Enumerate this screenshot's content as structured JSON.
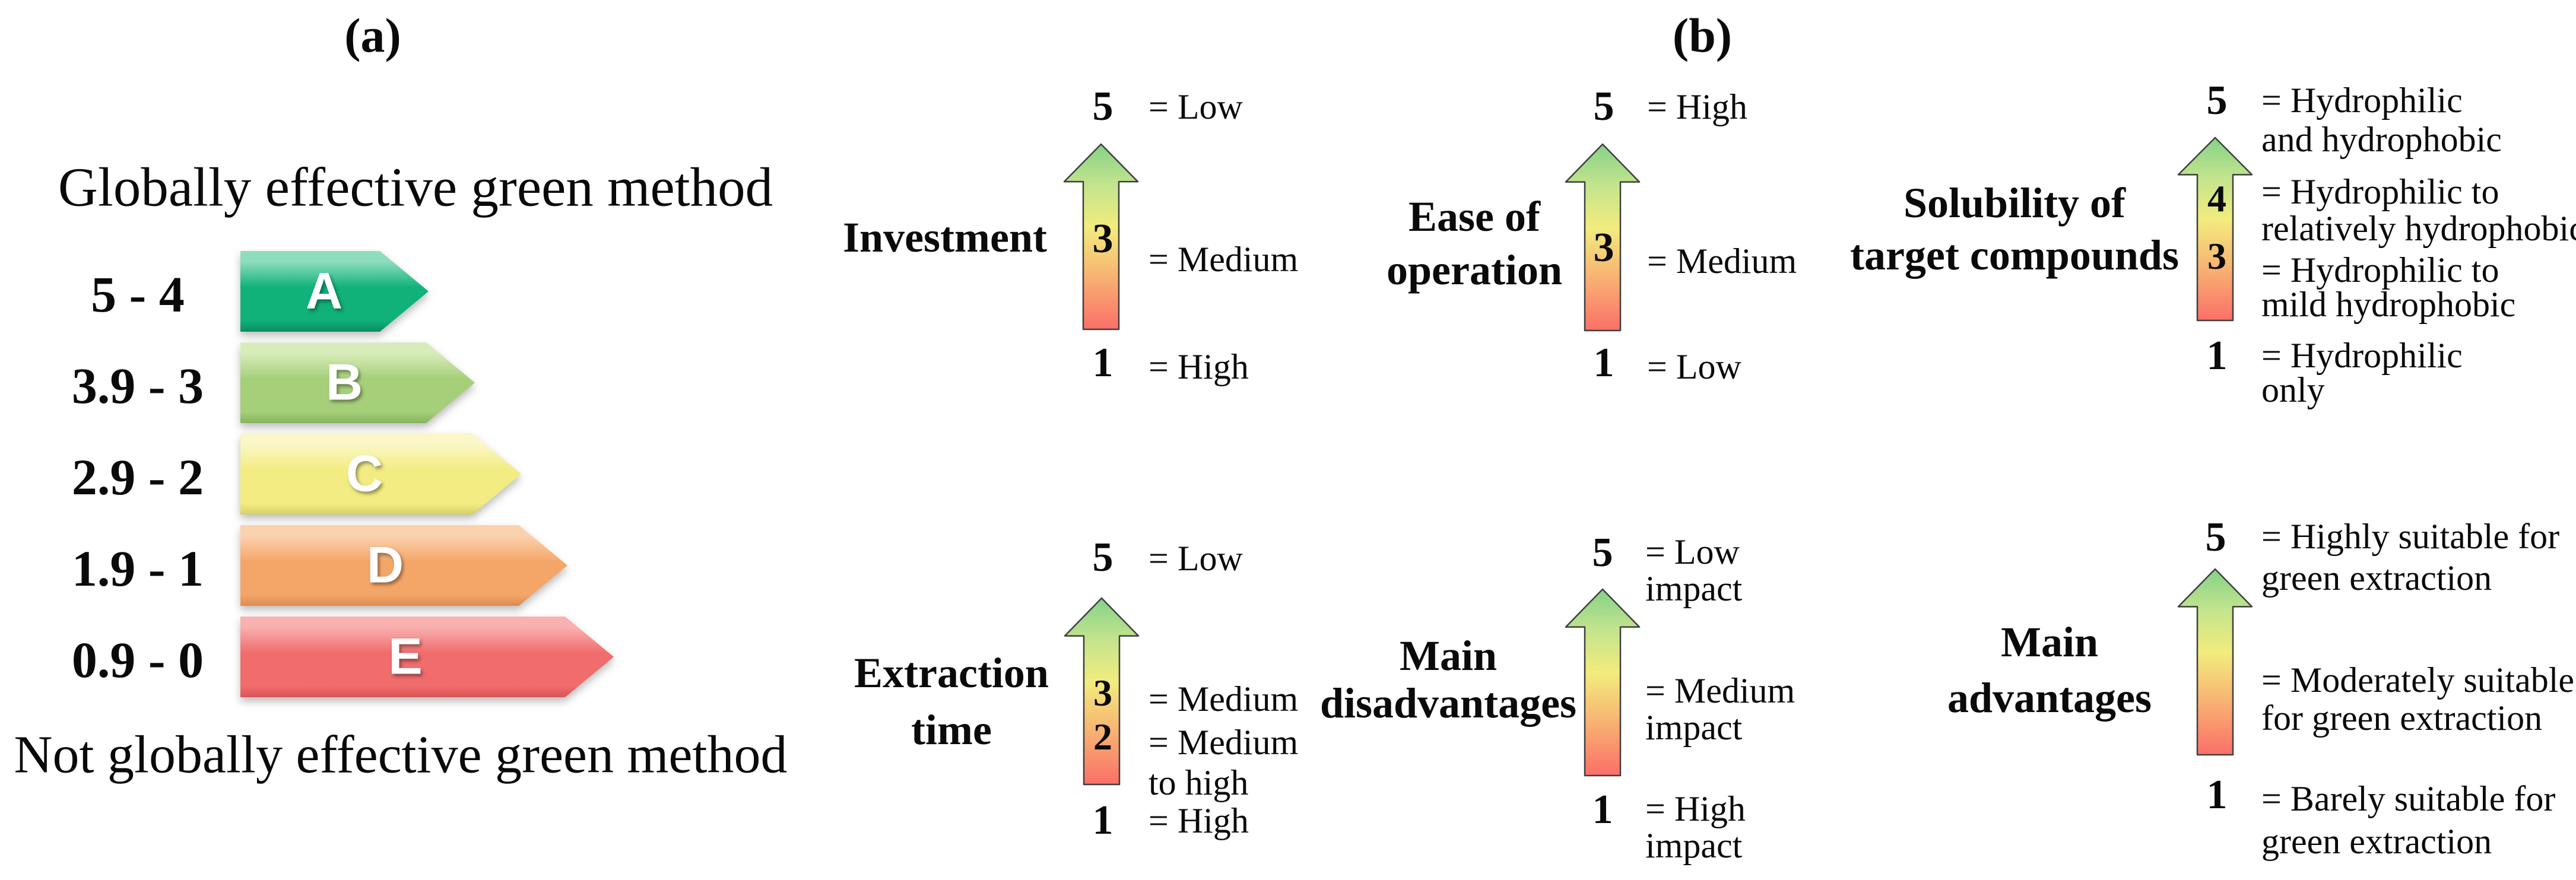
{
  "panel_a": {
    "tag": "(a)",
    "title": "Globally effective green method",
    "footer": "Not globally effective green method",
    "grades": [
      {
        "range": "5 - 4",
        "letter": "A",
        "colors": {
          "light": "#8FDDBE",
          "base": "#10B27A",
          "dark": "#0B8C60"
        }
      },
      {
        "range": "3.9 - 3",
        "letter": "B",
        "colors": {
          "light": "#D8ECBA",
          "base": "#A6CF7A",
          "dark": "#86B55E"
        }
      },
      {
        "range": "2.9 - 2",
        "letter": "C",
        "colors": {
          "light": "#FBF7C6",
          "base": "#F3EC82",
          "dark": "#D8CE64"
        }
      },
      {
        "range": "1.9 - 1",
        "letter": "D",
        "colors": {
          "light": "#FBD2AE",
          "base": "#F4A669",
          "dark": "#DE8B4F"
        }
      },
      {
        "range": "0.9 - 0",
        "letter": "E",
        "colors": {
          "light": "#F9B0B0",
          "base": "#F06C6D",
          "dark": "#D95456"
        }
      }
    ]
  },
  "panel_b": {
    "tag": "(b)",
    "modules": [
      {
        "name": "Investment",
        "label_lines": [
          "Investment"
        ],
        "top": {
          "number": "5",
          "lines": [
            "= Low"
          ]
        },
        "mids": [
          {
            "number": "3",
            "lines": [
              "= Medium"
            ]
          }
        ],
        "bottom": {
          "number": "1",
          "lines": [
            "= High"
          ]
        }
      },
      {
        "name": "Ease of operation",
        "label_lines": [
          "Ease of",
          "operation"
        ],
        "top": {
          "number": "5",
          "lines": [
            "= High"
          ]
        },
        "mids": [
          {
            "number": "3",
            "lines": [
              "= Medium"
            ]
          }
        ],
        "bottom": {
          "number": "1",
          "lines": [
            "= Low"
          ]
        }
      },
      {
        "name": "Solubility of target compounds",
        "label_lines": [
          "Solubility of",
          "target compounds"
        ],
        "top": {
          "number": "5",
          "lines": [
            "= Hydrophilic",
            "and hydrophobic"
          ]
        },
        "mids": [
          {
            "number": "4",
            "lines": [
              "= Hydrophilic to",
              "relatively hydrophobic"
            ]
          },
          {
            "number": "3",
            "lines": [
              "= Hydrophilic to",
              "mild hydrophobic"
            ]
          }
        ],
        "bottom": {
          "number": "1",
          "lines": [
            "= Hydrophilic",
            "only"
          ]
        }
      },
      {
        "name": "Extraction time",
        "label_lines": [
          "Extraction",
          "time"
        ],
        "top": {
          "number": "5",
          "lines": [
            "= Low"
          ]
        },
        "mids": [
          {
            "number": "3",
            "lines": [
              "= Medium"
            ]
          },
          {
            "number": "2",
            "lines": [
              "= Medium",
              "to high"
            ]
          }
        ],
        "bottom": {
          "number": "1",
          "lines": [
            "= High"
          ]
        }
      },
      {
        "name": "Main disadvantages",
        "label_lines": [
          "Main",
          "disadvantages"
        ],
        "top": {
          "number": "5",
          "lines": [
            "= Low",
            "impact"
          ]
        },
        "mids": [
          {
            "lines": [
              "= Medium",
              "impact"
            ]
          }
        ],
        "bottom": {
          "number": "1",
          "lines": [
            "= High",
            "impact"
          ]
        }
      },
      {
        "name": "Main advantages",
        "label_lines": [
          "Main",
          "advantages"
        ],
        "top": {
          "number": "5",
          "lines": [
            "= Highly suitable for",
            "green extraction"
          ]
        },
        "mids": [
          {
            "lines": [
              "= Moderately suitable",
              "for green extraction"
            ]
          }
        ],
        "bottom": {
          "number": "1",
          "lines": [
            "= Barely suitable for",
            "green extraction"
          ]
        }
      }
    ]
  },
  "gradient_arrow": {
    "outline": "#3F3F3F",
    "stops": [
      {
        "color": "#84D287"
      },
      {
        "color": "#C3E48D"
      },
      {
        "color": "#F2EC7D"
      },
      {
        "color": "#F8B172"
      },
      {
        "color": "#FB6F68"
      }
    ]
  }
}
